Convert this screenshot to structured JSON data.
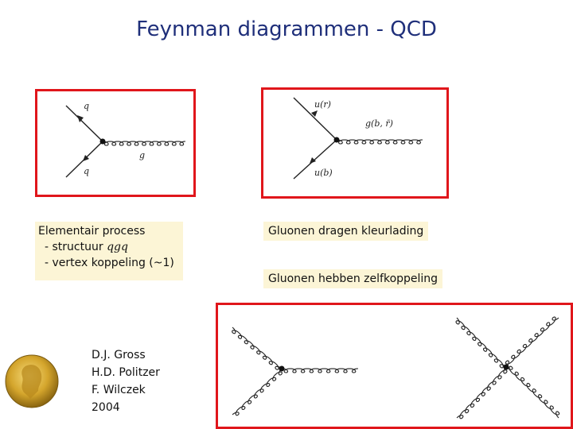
{
  "title": "Feynman diagrammen - QCD",
  "diagram1": {
    "quark_top": "q",
    "quark_bottom": "q",
    "gluon": "g"
  },
  "diagram2": {
    "quark_top": "u(r)",
    "quark_bottom": "u(b)",
    "gluon": "g(b, r̄)"
  },
  "note_left": {
    "line1": "Elementair process",
    "line2_prefix": "- structuur ",
    "line2_formula": "qgq",
    "line3": "- vertex koppeling (~1)"
  },
  "note_right_1": "Gluonen dragen kleurlading",
  "note_right_2": "Gluonen hebben zelfkoppeling",
  "nobel": {
    "line1": "D.J. Gross",
    "line2": "H.D. Politzer",
    "line3": "F. Wilczek",
    "line4": "2004"
  },
  "colors": {
    "title": "#1f2f7a",
    "border": "#e0161b",
    "note_bg": "#fcf5d6"
  }
}
